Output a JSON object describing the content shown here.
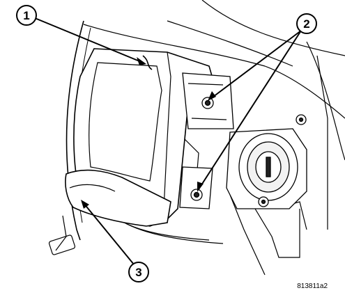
{
  "figure": {
    "id": "813811a2",
    "callouts": [
      {
        "number": "1"
      },
      {
        "number": "2"
      },
      {
        "number": "3"
      }
    ]
  },
  "colors": {
    "ink": "#000000",
    "fill_dark": "#222222",
    "fill_light": "#f2f2f2",
    "paper": "#ffffff"
  }
}
